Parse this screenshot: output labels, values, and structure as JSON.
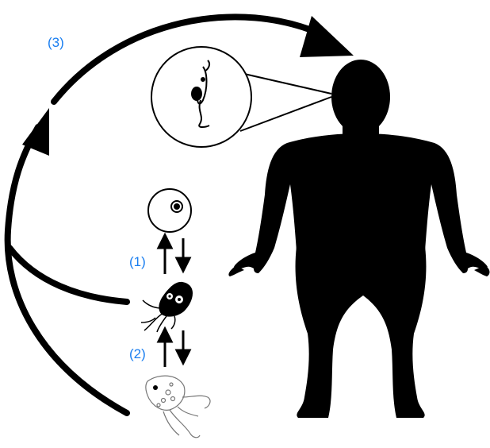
{
  "labels": {
    "step1": "(1)",
    "step2": "(2)",
    "step3": "(3)"
  },
  "colors": {
    "label": "#1a7ef0",
    "ink": "#000000",
    "background": "#ffffff",
    "outline_organism": "#777777"
  },
  "icons": {
    "cycle_arrow": "curved-arrow-icon",
    "host": "human-silhouette-icon",
    "zoom": "magnifier-circle-icon",
    "cyst": "cyst-icon",
    "trophozoite": "trophozoite-icon"
  }
}
